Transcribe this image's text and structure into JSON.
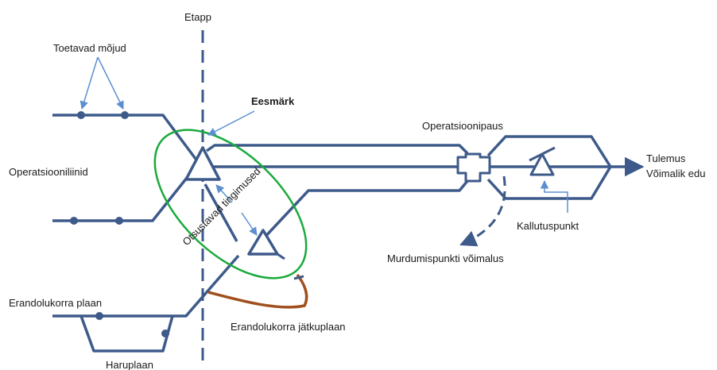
{
  "labels": {
    "stage": "Etapp",
    "supporting_influences": "Toetavad mõjud",
    "goal": "Eesmärk",
    "operation_lines": "Operatsiooniliinid",
    "missing_conditions": "Otsustavad tingimused",
    "operational_pause": "Operatsioonipaus",
    "result": "Tulemus",
    "possible_success": "Võimalik edu",
    "culmination_point": "Kallutuspunkt",
    "breakpoint_possibility": "Murdumispunkti võimalus",
    "contingency_plan": "Erandolukorra plaan",
    "contingency_sequel_plan": "Erandolukorra jätkuplaan",
    "branch_plan": "Haruplaan"
  },
  "colors": {
    "line_blue": "#3d5a8a",
    "arrow_blue": "#5b8fd0",
    "ellipse_green": "#1aaa3c",
    "sequel_brown": "#a0501e",
    "text": "#1a1a1a"
  }
}
